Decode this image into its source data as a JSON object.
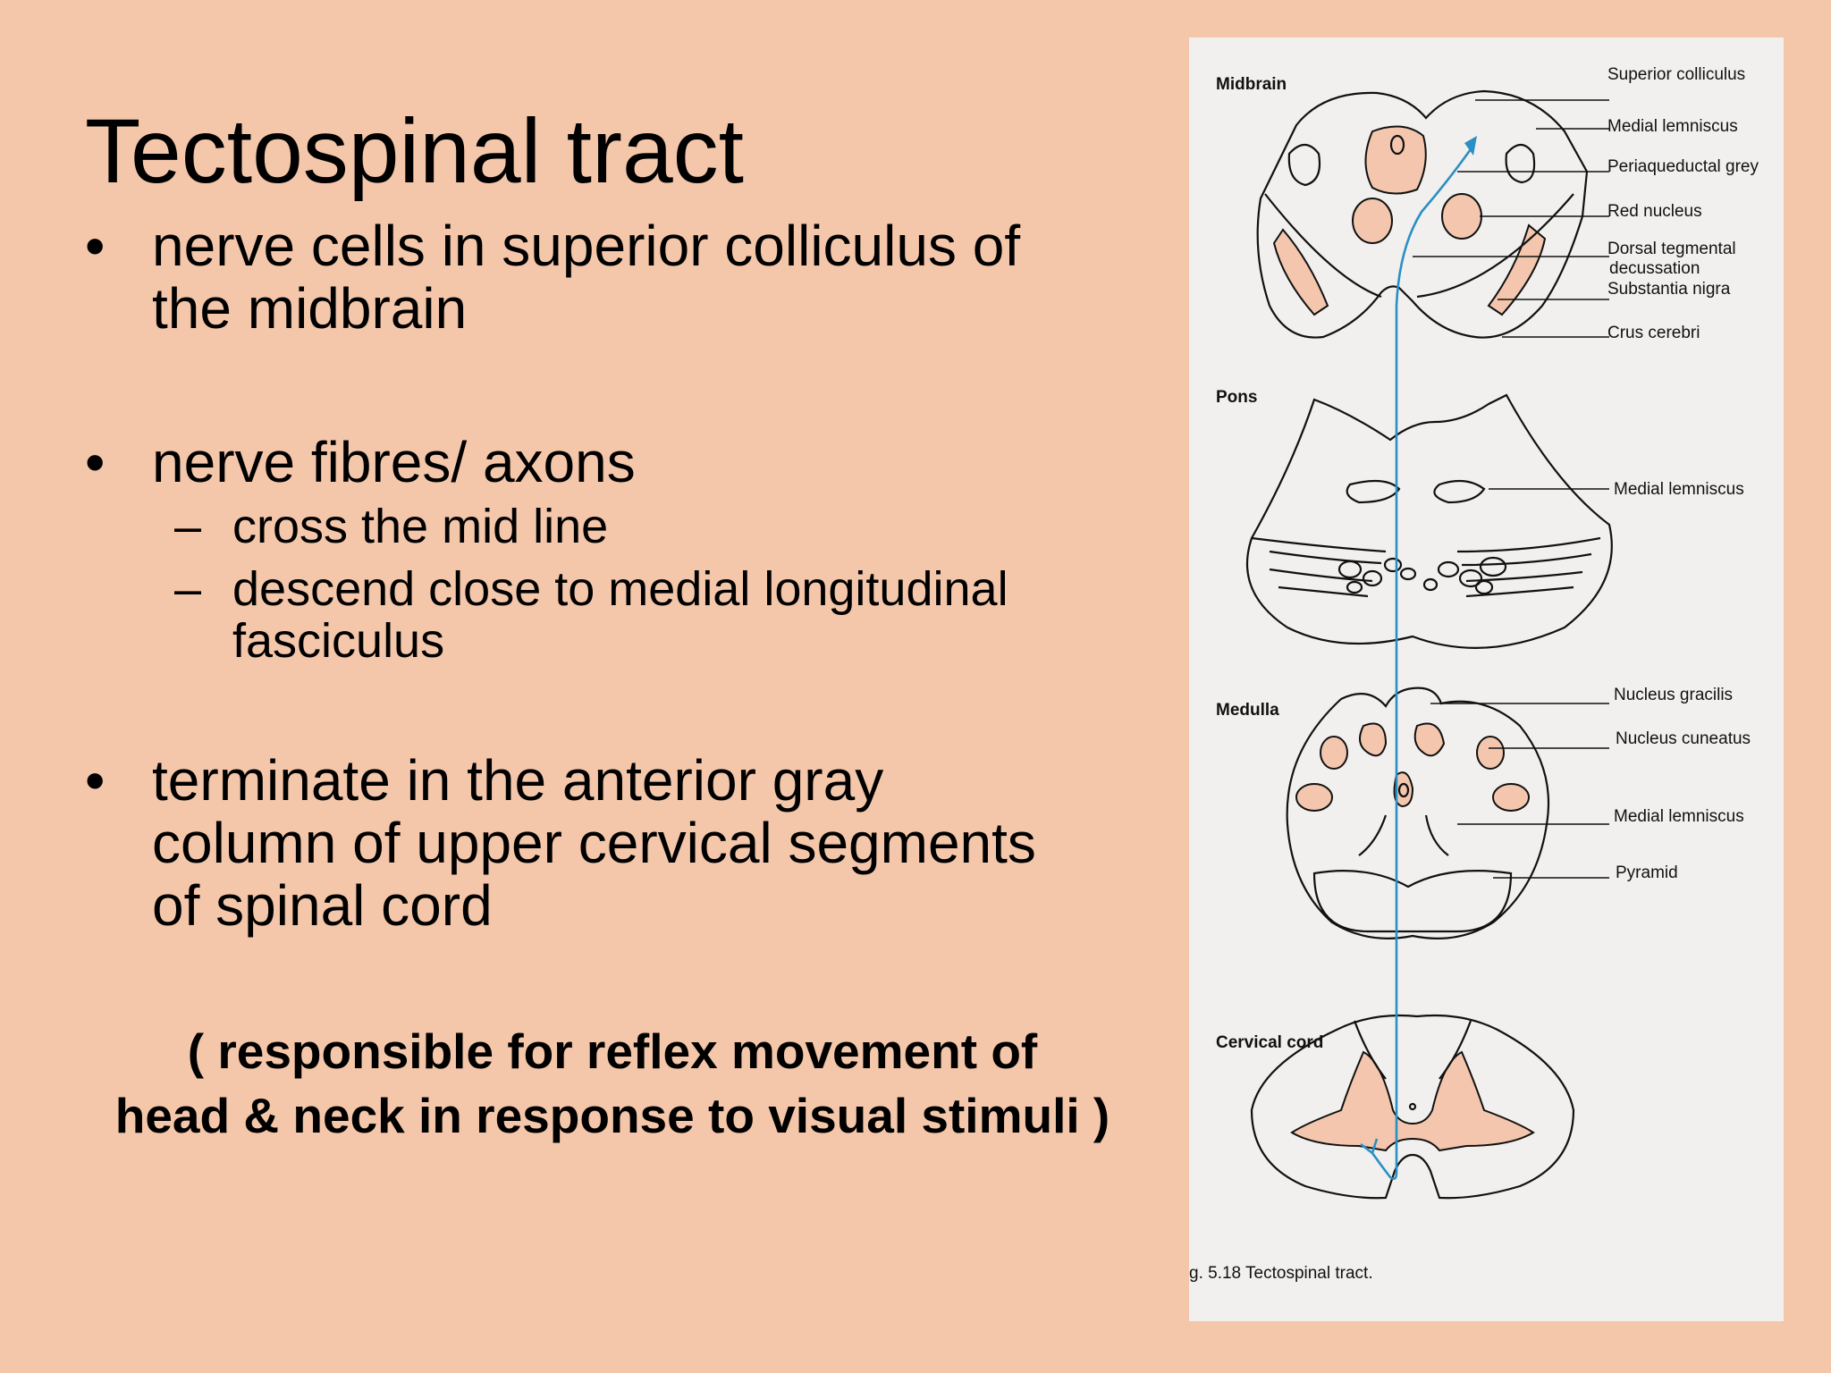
{
  "slide": {
    "title": "Tectospinal tract",
    "bullet_symbol": "•",
    "dash_symbol": "–",
    "bullets": [
      {
        "lines": [
          "nerve cells in superior colliculus of",
          "the midbrain"
        ]
      },
      {
        "lines": [
          "nerve fibres/ axons"
        ],
        "subitems": [
          {
            "lines": [
              "cross the mid line"
            ]
          },
          {
            "lines": [
              "descend close to medial longitudinal",
              "fasciculus"
            ]
          }
        ]
      },
      {
        "lines": [
          "terminate in the anterior gray",
          "column of upper cervical segments",
          "of spinal cord"
        ]
      }
    ],
    "note": [
      "( responsible for reflex movement of",
      "head & neck in response to visual stimuli )"
    ]
  },
  "figure": {
    "sections": [
      "Midbrain",
      "Pons",
      "Medulla",
      "Cervical cord"
    ],
    "midbrain_labels": [
      "Superior colliculus",
      "Medial lemniscus",
      "Periaqueductal grey",
      "Red nucleus",
      "Dorsal tegmental",
      "decussation",
      "Substantia nigra",
      "Crus cerebri"
    ],
    "pons_labels": [
      "Medial lemniscus"
    ],
    "medulla_labels": [
      "Nucleus gracilis",
      "Nucleus cuneatus",
      "Medial lemniscus",
      "Pyramid"
    ],
    "caption": "g. 5.18  Tectospinal tract.",
    "colors": {
      "tract": "#2a8fc4",
      "nuclei": "#f3c6ad",
      "panel": "#f1f0ee",
      "slide_bg": "#f5c7aa"
    }
  }
}
